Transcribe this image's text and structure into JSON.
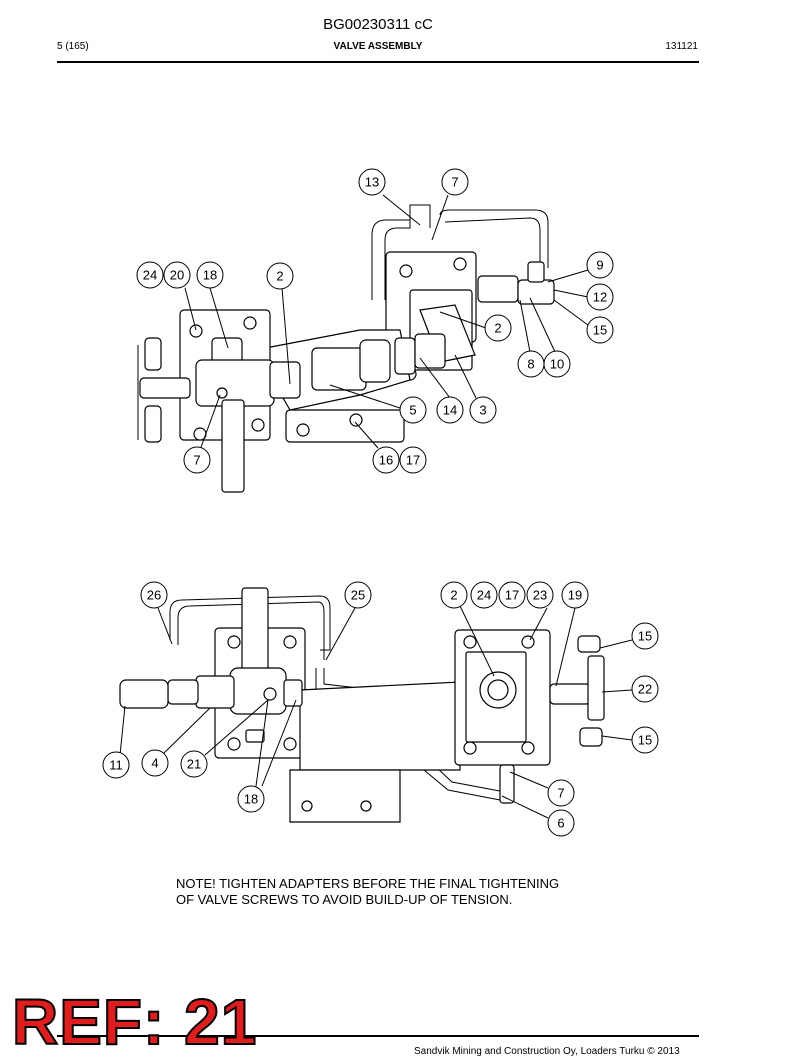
{
  "header": {
    "doc_code": "BG00230311 cC",
    "page_number": "5 (165)",
    "title": "VALVE ASSEMBLY",
    "date": "131121"
  },
  "callouts_top": [
    "13",
    "7",
    "24",
    "20",
    "18",
    "2",
    "9",
    "12",
    "15",
    "2",
    "8",
    "10",
    "5",
    "14",
    "3",
    "7",
    "16",
    "17"
  ],
  "callouts_bottom": [
    "26",
    "25",
    "2",
    "24",
    "17",
    "23",
    "19",
    "15",
    "22",
    "15",
    "11",
    "4",
    "21",
    "18",
    "7",
    "6"
  ],
  "note": {
    "line1": "NOTE! TIGHTEN ADAPTERS BEFORE THE FINAL TIGHTENING",
    "line2": "OF VALVE SCREWS TO AVOID BUILD-UP OF TENSION."
  },
  "ref_badge": "REF: 21",
  "footer": "Sandvik Mining and Construction Oy, Loaders Turku © 2013"
}
